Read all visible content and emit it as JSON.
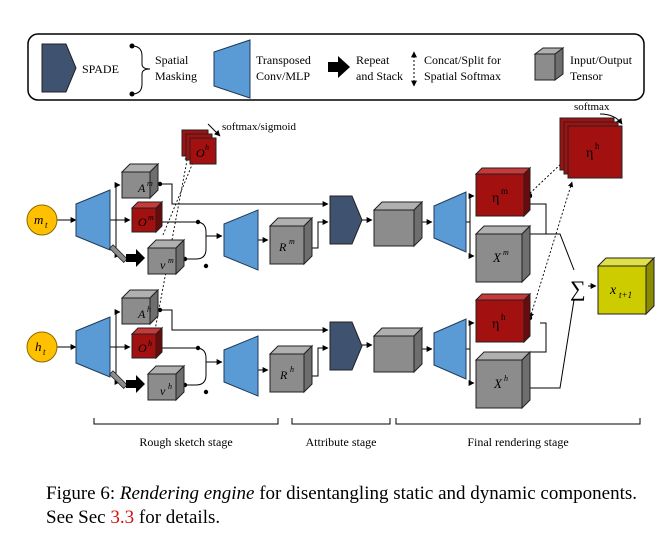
{
  "legend": {
    "spade": "SPADE",
    "spatial_masking": [
      "Spatial",
      "Masking"
    ],
    "transposed_conv": [
      "Transposed",
      "Conv/MLP"
    ],
    "repeat_stack": [
      "Repeat",
      "and Stack"
    ],
    "concat_split": [
      "Concat/Split for",
      "Spatial Softmax"
    ],
    "io_tensor": [
      "Input/Output",
      "Tensor"
    ]
  },
  "labels": {
    "softmax_sigmoid": "softmax/sigmoid",
    "softmax": "softmax",
    "sum": "∑"
  },
  "nodes": {
    "m_t": "m",
    "m_t_sub": "t",
    "h_t": "h",
    "h_t_sub": "t",
    "A_m": "A",
    "A_m_sup": "m",
    "O_m": "O",
    "O_m_sup": "m",
    "v_m": "v",
    "v_m_sup": "m",
    "R_m": "R",
    "R_m_sup": "m",
    "A_h": "A",
    "A_h_sup": "h",
    "O_h": "O",
    "O_h_sup": "h",
    "v_h": "v",
    "v_h_sup": "h",
    "R_h": "R",
    "R_h_sup": "h",
    "O_h_top": "O",
    "O_h_top_sup": "h",
    "eta_m": "η",
    "eta_m_sup": "m",
    "X_m": "X",
    "X_m_sup": "m",
    "eta_h": "η",
    "eta_h_sup": "h",
    "X_h": "X",
    "X_h_sup": "h",
    "eta_h_top": "η",
    "eta_h_top_sup": "h",
    "x_next": "x",
    "x_next_sub": "t+1"
  },
  "stages": {
    "rough": "Rough sketch stage",
    "attribute": "Attribute stage",
    "final": "Final rendering stage"
  },
  "caption": {
    "figure": "Figure 6: ",
    "italic": "Rendering engine",
    "text": " for disentangling static and dynamic components. See Sec ",
    "ref": "3.3",
    "tail": " for details."
  },
  "colors": {
    "gray": "#8c8c8c",
    "red": "#a31010",
    "blue": "#5b9bd5",
    "navy": "#3f5270",
    "yellow": "#ffc000",
    "lime": "#cccc00"
  }
}
